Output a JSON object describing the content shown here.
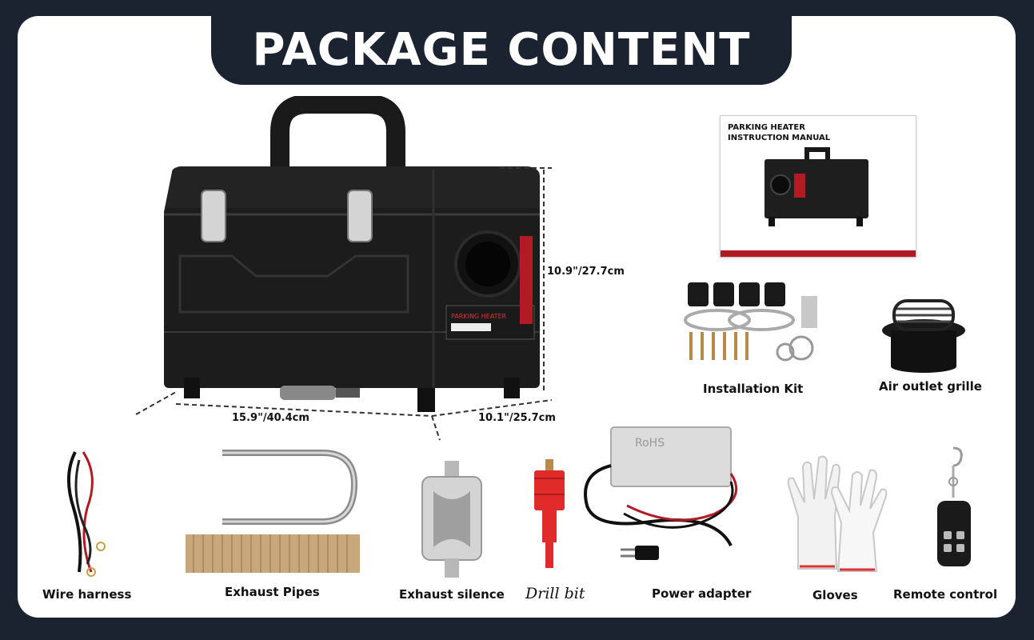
{
  "title": "PACKAGE CONTENT",
  "dimensions": {
    "height": "10.9\"/27.7cm",
    "width": "15.9\"/40.4cm",
    "depth": "10.1\"/25.7cm"
  },
  "manual": {
    "title": "PARKING HEATER\nINSTRUCTION MANUAL"
  },
  "heater_label": "PARKING HEATER",
  "adapter_print": "RoHS",
  "items": {
    "installation_kit": "Installation Kit",
    "air_outlet_grille": "Air outlet grille",
    "wire_harness": "Wire harness",
    "exhaust_pipes": "Exhaust Pipes",
    "exhaust_silence": "Exhaust silence",
    "drill_bit": "Drill bit",
    "power_adapter": "Power adapter",
    "gloves": "Gloves",
    "remote_control": "Remote control"
  },
  "colors": {
    "frame": "#1b2230",
    "card": "#ffffff",
    "accent_red": "#b31b24",
    "heater_body": "#1c1c1c"
  }
}
